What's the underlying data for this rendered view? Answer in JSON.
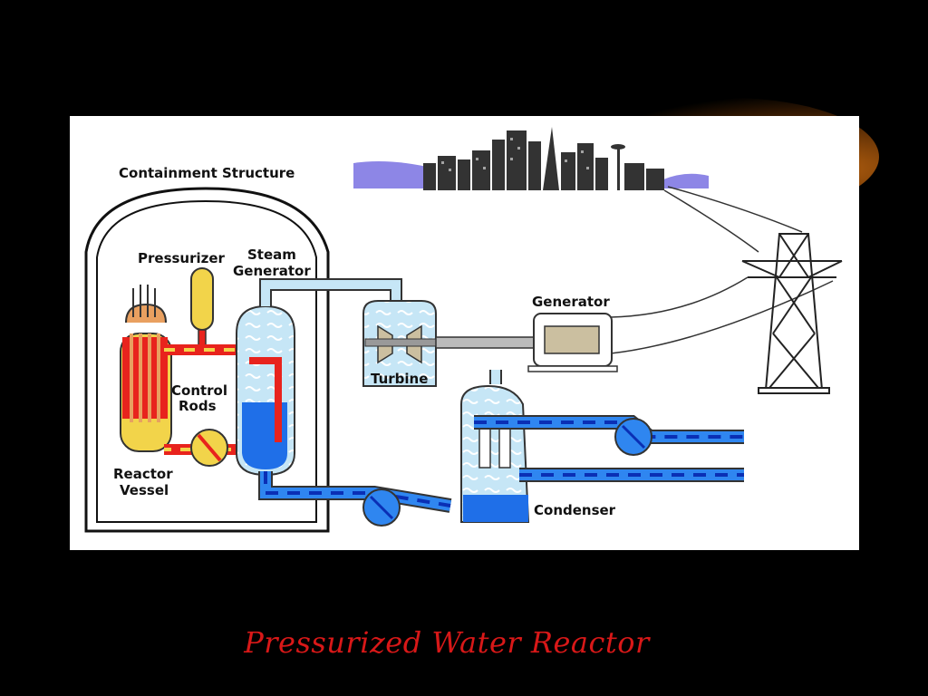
{
  "slide": {
    "title": "Pressurized Water Reactor",
    "title_color": "#d81818",
    "background": "#000000"
  },
  "diagram": {
    "labels": {
      "containment": "Containment Structure",
      "pressurizer": "Pressurizer",
      "steam_gen_line1": "Steam",
      "steam_gen_line2": "Generator",
      "control_line1": "Control",
      "control_line2": "Rods",
      "reactor_line1": "Reactor",
      "reactor_line2": "Vessel",
      "turbine": "Turbine",
      "generator": "Generator",
      "condenser": "Condenser"
    },
    "icons": [
      "city-skyline-icon",
      "transmission-tower-icon",
      "pump-icon"
    ],
    "colors": {
      "hot_coolant": "#e8231d",
      "reactor_core": "#f2d44a",
      "steam": "#bfe3f5",
      "water": "#1f6fe8",
      "water_dark": "#0a2fb5"
    }
  }
}
